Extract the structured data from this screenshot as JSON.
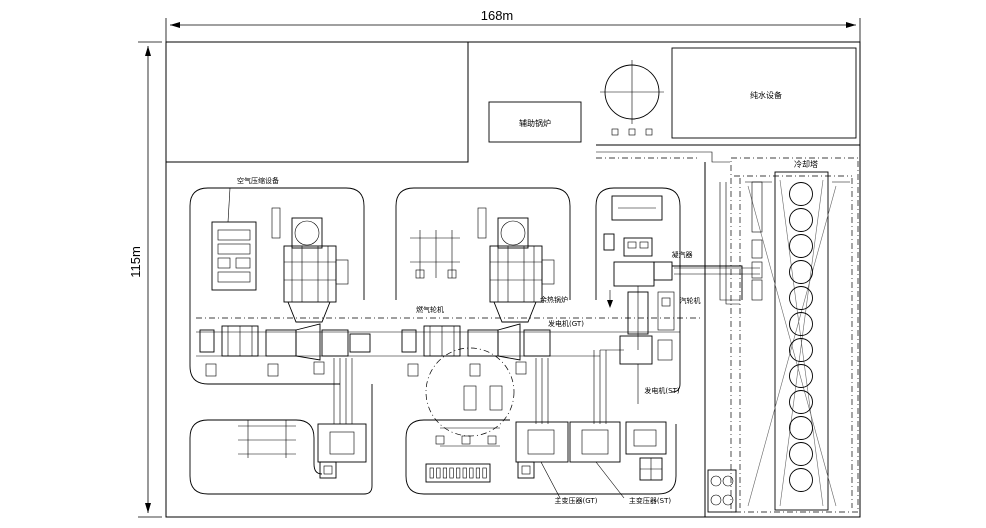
{
  "dimensions": {
    "width_label": "168m",
    "height_label": "115m"
  },
  "labels": {
    "auxiliary_boiler": "辅助锅炉",
    "pure_water_equipment": "纯水设备",
    "cooling_tower": "冷却塔",
    "air_compression_equipment": "空气压缩设备",
    "condenser": "凝汽器",
    "waste_heat_boiler": "余热锅炉",
    "steam_turbine": "汽轮机",
    "gas_turbine": "燃气轮机",
    "generator_gt": "发电机(GT)",
    "generator_st": "发电机(ST)",
    "main_transformer_gt": "主变压器(GT)",
    "main_transformer_st": "主变压器(ST)"
  },
  "colors": {
    "line": "#000000",
    "background": "#ffffff"
  }
}
